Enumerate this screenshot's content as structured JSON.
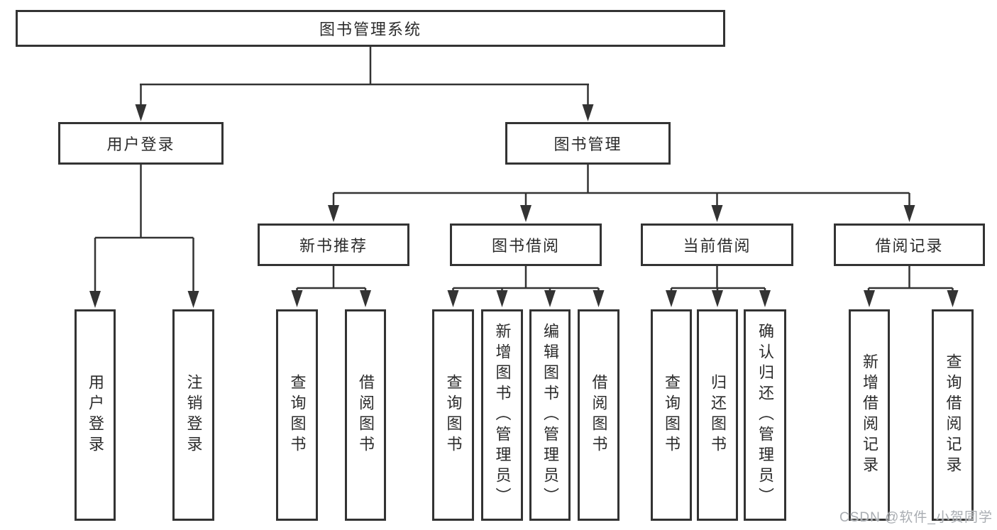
{
  "diagram_type": "hierarchy-tree",
  "colors": {
    "line": "#333333",
    "box_border": "#333333",
    "text": "#2b2b2b",
    "background": "#ffffff",
    "watermark": "#a9adb2"
  },
  "tree": {
    "label": "图书管理系统",
    "children": [
      {
        "label": "用户登录",
        "children": [
          {
            "label": "用户登录"
          },
          {
            "label": "注销登录"
          }
        ]
      },
      {
        "label": "图书管理",
        "children": [
          {
            "label": "新书推荐",
            "children": [
              {
                "label": "查询图书"
              },
              {
                "label": "借阅图书"
              }
            ]
          },
          {
            "label": "图书借阅",
            "children": [
              {
                "label": "查询图书"
              },
              {
                "label": "新增图书（管理员）"
              },
              {
                "label": "编辑图书（管理员）"
              },
              {
                "label": "借阅图书"
              }
            ]
          },
          {
            "label": "当前借阅",
            "children": [
              {
                "label": "查询图书"
              },
              {
                "label": "归还图书"
              },
              {
                "label": "确认归还（管理员）"
              }
            ]
          },
          {
            "label": "借阅记录",
            "children": [
              {
                "label": "新增借阅记录"
              },
              {
                "label": "查询借阅记录"
              }
            ]
          }
        ]
      }
    ]
  },
  "watermark": {
    "text": "CSDN @软件_小贺同学"
  }
}
